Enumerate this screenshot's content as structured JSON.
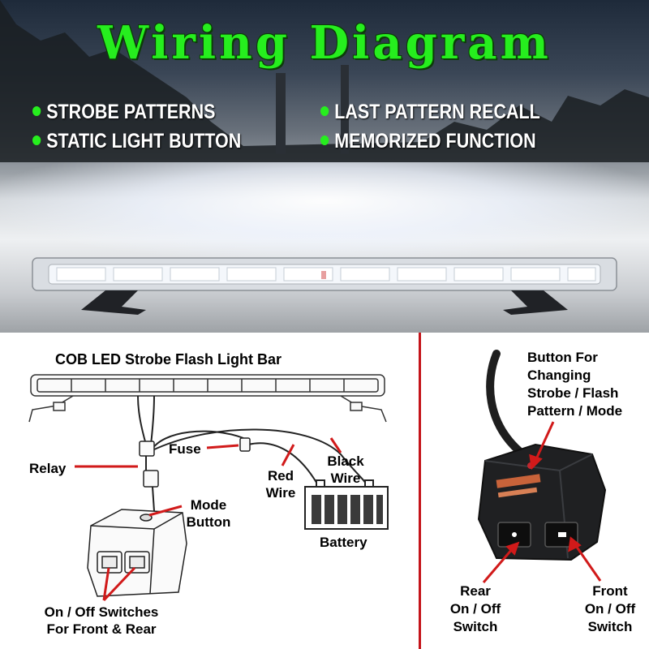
{
  "header": {
    "title": "Wiring Diagram"
  },
  "features": [
    {
      "text": "STROBE PATTERNS"
    },
    {
      "text": "LAST PATTERN RECALL"
    },
    {
      "text": "STATIC LIGHT BUTTON"
    },
    {
      "text": "MEMORIZED FUNCTION"
    }
  ],
  "left_diagram": {
    "title": "COB LED Strobe Flash Light Bar",
    "relay": "Relay",
    "fuse": "Fuse",
    "red_wire": [
      "Red",
      "Wire"
    ],
    "black_wire": [
      "Black",
      "Wire"
    ],
    "mode_button": [
      "Mode",
      "Button"
    ],
    "battery": "Battery",
    "switches": [
      "On / Off Switches",
      "For Front & Rear"
    ]
  },
  "right_diagram": {
    "button_note": [
      "Button For",
      "Changing",
      "Strobe / Flash",
      "Pattern / Mode"
    ],
    "rear_switch": [
      "Rear",
      "On / Off",
      "Switch"
    ],
    "front_switch": [
      "Front",
      "On / Off",
      "Switch"
    ]
  },
  "colors": {
    "headline": "#26ee1e",
    "divider": "#c4141a",
    "arrow": "#d11a1a"
  }
}
